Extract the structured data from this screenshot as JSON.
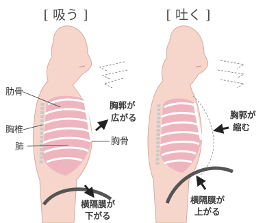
{
  "inhale": {
    "title": "[ 吸う ]",
    "labels": {
      "ribs": "肋骨",
      "spine": "胸椎",
      "lungs": "肺",
      "sternum": "胸骨"
    },
    "ribcage_action": [
      "胸郭が",
      "広がる"
    ],
    "diaphragm_action": [
      "横隔膜が",
      "下がる"
    ]
  },
  "exhale": {
    "title": "[ 吐く ]",
    "ribcage_action": [
      "胸郭が",
      "縮む"
    ],
    "diaphragm_action": [
      "横隔膜が",
      "上がる"
    ]
  },
  "colors": {
    "skin": "#f6d6cb",
    "skin_outline": "#d9a99a",
    "rib_pink": "#e79bb6",
    "rib_bone": "#ffffff",
    "diaphragm": "#555555",
    "arrow": "#222222",
    "leader_line": "#333333"
  },
  "icons": [
    "air-in-arrows-icon",
    "air-out-arrows-icon",
    "expand-arrow-icon",
    "contract-arrow-icon",
    "diaphragm-down-arrow-icon",
    "diaphragm-up-arrow-icon"
  ]
}
